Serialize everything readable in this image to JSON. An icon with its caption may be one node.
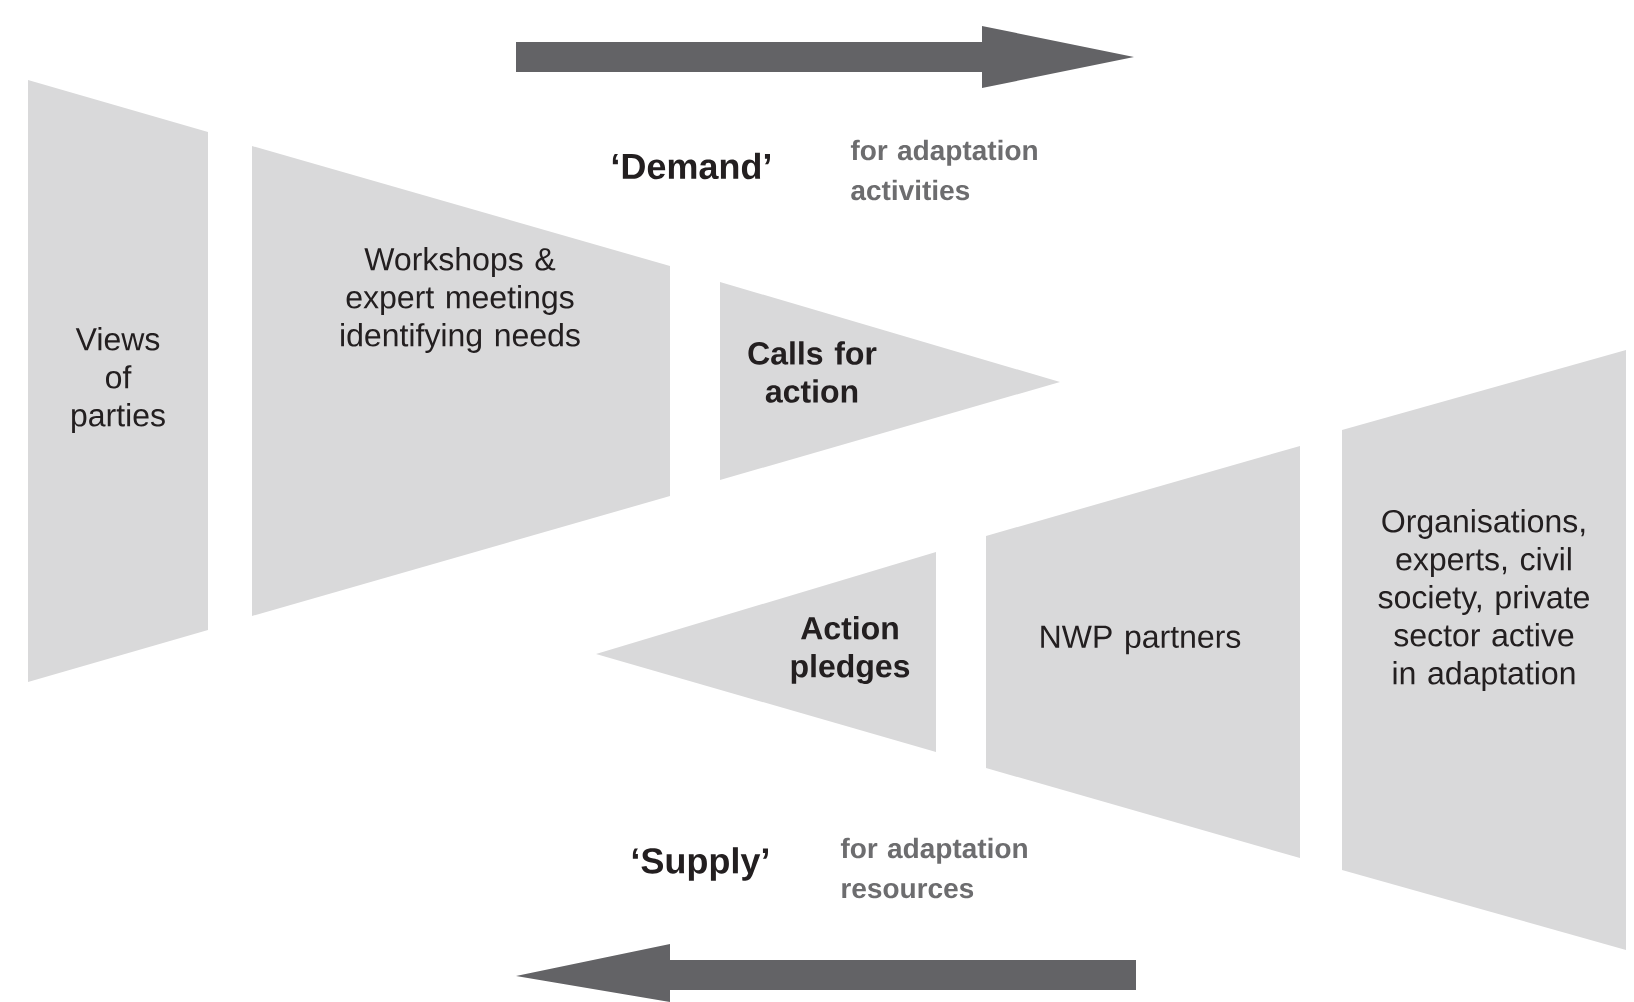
{
  "diagram": {
    "nodes": [
      {
        "text": [
          "Views of parties"
        ]
      },
      {
        "text": [
          "Workshops & expert meetings identifying needs"
        ]
      },
      {
        "text": [
          "Calls for action"
        ]
      },
      {
        "text": [
          "Action pledges"
        ]
      },
      {
        "text": [
          "NWP partners"
        ]
      },
      {
        "text": [
          "Organisations, experts, civil society, private sector active in adaptation"
        ]
      }
    ],
    "labels": [
      "‘Demand’",
      "for adaptation activities",
      "‘Supply’",
      "for adaptation resources"
    ]
  }
}
